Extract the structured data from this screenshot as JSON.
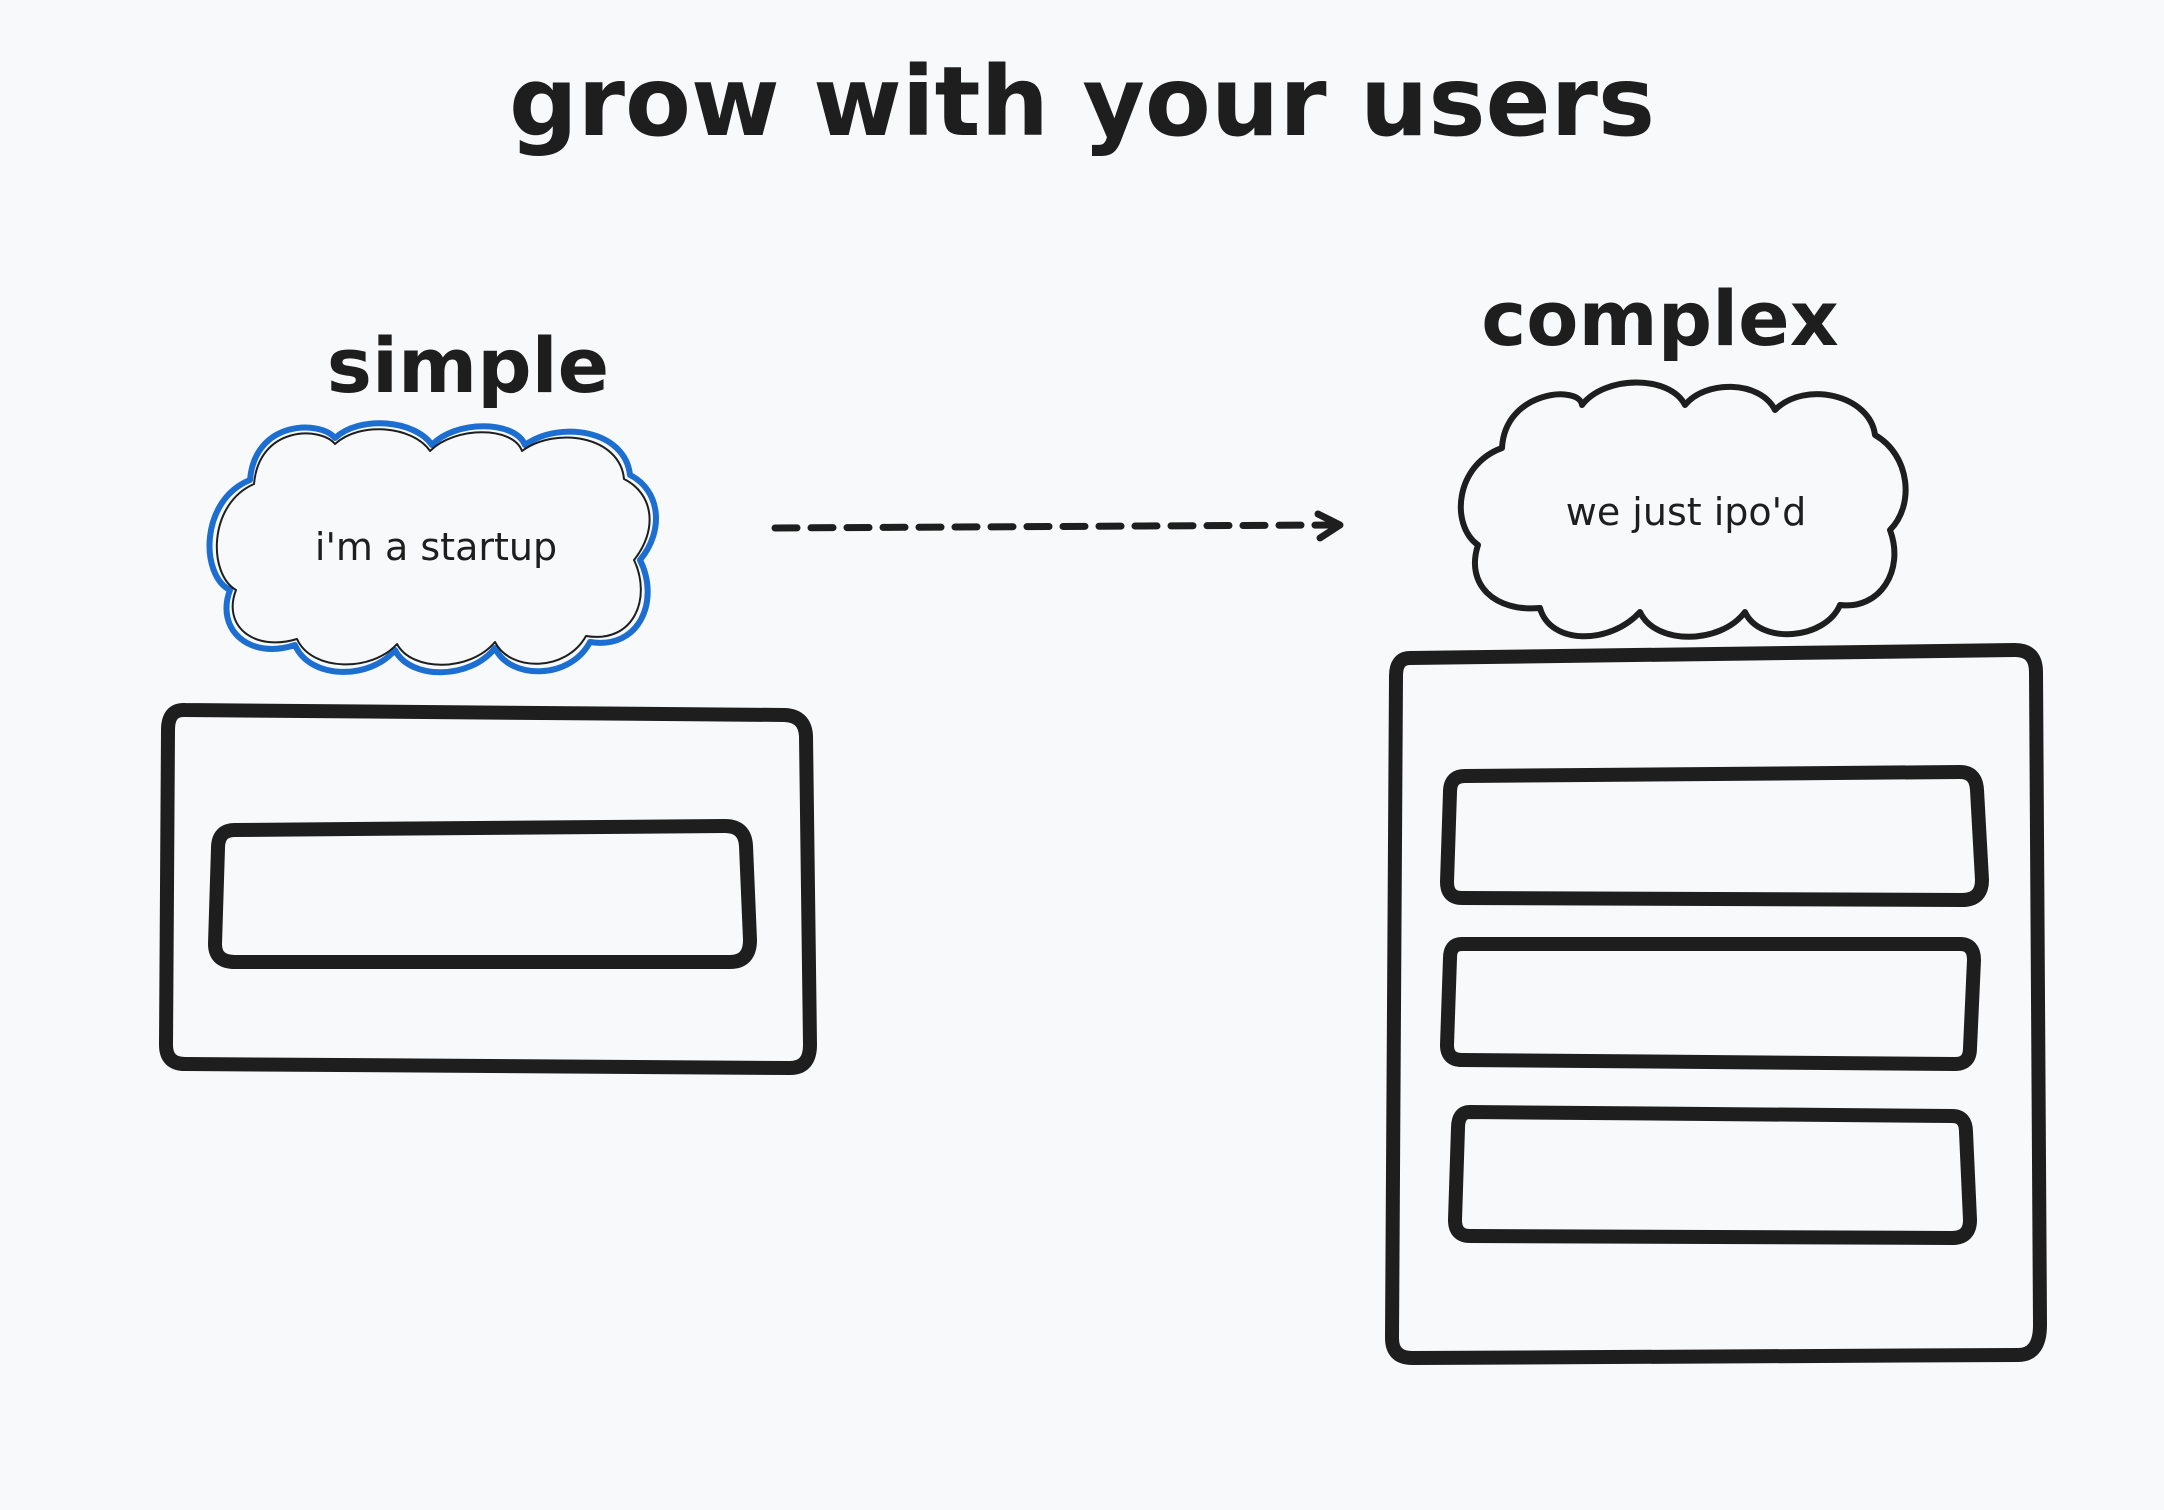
{
  "title": "grow with your users",
  "left": {
    "label": "simple",
    "cloud_text": "i'm a startup",
    "cloud_outline_color": "#1c6fd1",
    "inner_boxes": 1
  },
  "right": {
    "label": "complex",
    "cloud_text": "we just ipo'd",
    "cloud_outline_color": "#1e1e1e",
    "inner_boxes": 3
  },
  "colors": {
    "background": "#f8f9fb",
    "ink": "#1e1e1e",
    "accent_blue": "#1c6fd1"
  }
}
